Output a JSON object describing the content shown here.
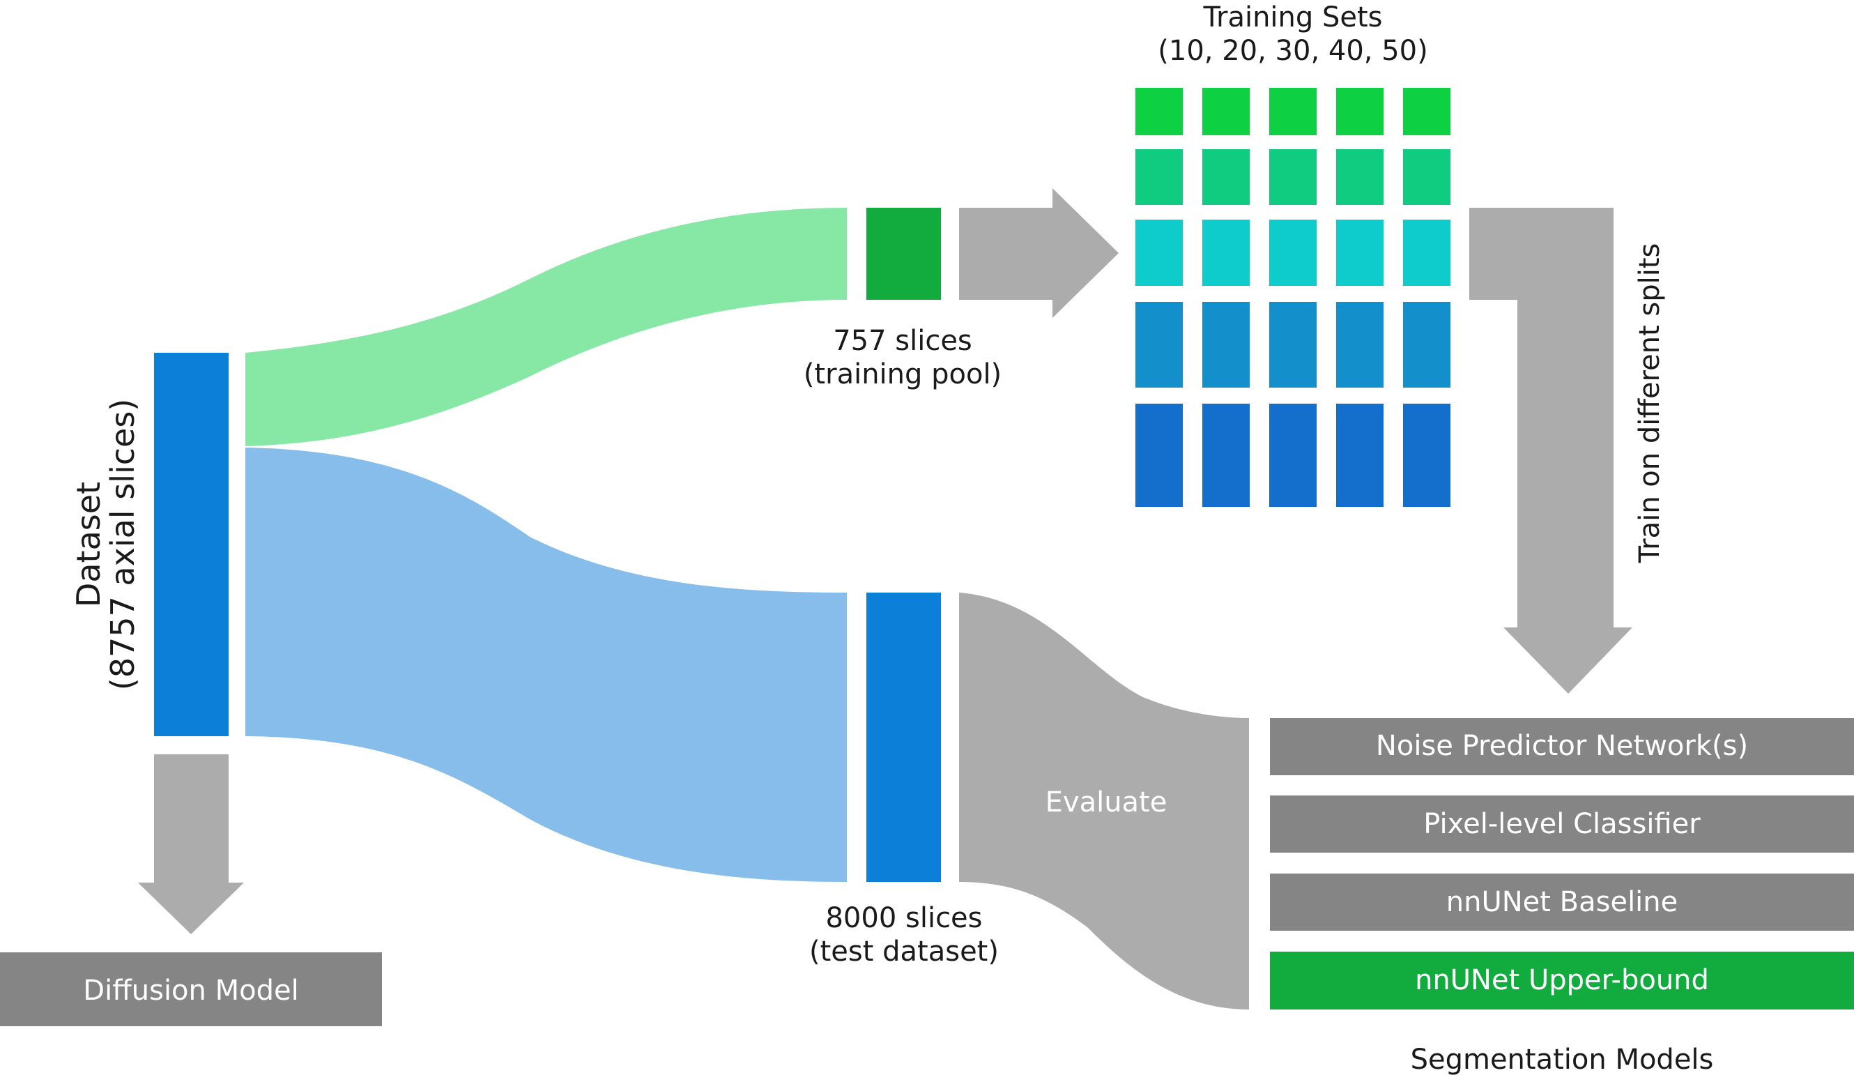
{
  "dataset": {
    "title": "Dataset",
    "subtitle": "(8757 axial slices)"
  },
  "training_pool": {
    "count_label": "757 slices",
    "desc_label": "(training pool)"
  },
  "test_dataset": {
    "count_label": "8000 slices",
    "desc_label": "(test dataset)"
  },
  "training_sets": {
    "title": "Training Sets",
    "sizes_label": "(10, 20, 30, 40, 50)",
    "grid_columns": 5,
    "row_colors": [
      "#0dd143",
      "#0fcc80",
      "#0fcccc",
      "#138fcc",
      "#136ecc"
    ]
  },
  "arrows": {
    "train_label": "Train on different splits",
    "evaluate_label": "Evaluate"
  },
  "diffusion_model": {
    "label": "Diffusion Model"
  },
  "segmentation_models": {
    "caption": "Segmentation Models",
    "items": [
      {
        "label": "Noise Predictor Network(s)",
        "color": "#858585"
      },
      {
        "label": "Pixel-level Classifier",
        "color": "#858585"
      },
      {
        "label": "nnUNet Baseline",
        "color": "#858585"
      },
      {
        "label": "nnUNet Upper-bound",
        "color": "#12ab3e"
      }
    ]
  },
  "colors": {
    "dataset_bar": "#0c80d9",
    "train_flow": "#87e8a6",
    "test_flow": "#87bdea",
    "training_pool_bar": "#12ab3e",
    "test_bar": "#0c80d9",
    "arrow_gray": "#acacac",
    "box_gray": "#858585"
  }
}
